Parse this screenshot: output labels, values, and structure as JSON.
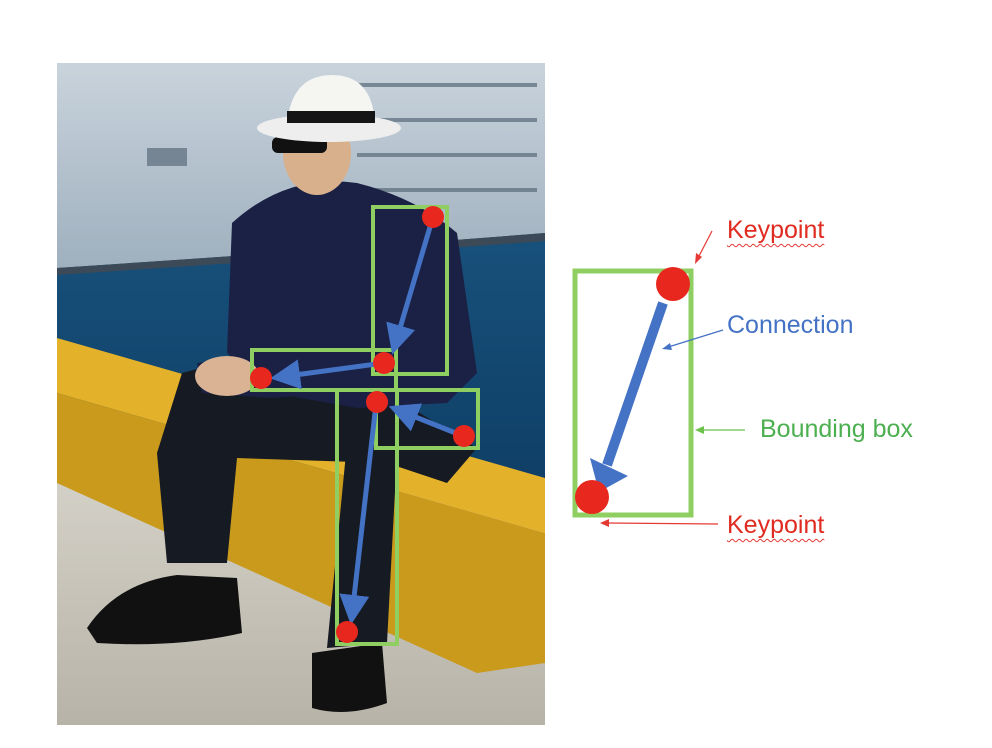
{
  "colors": {
    "keypoint": "#e8281e",
    "connection": "#4472c4",
    "bbox": "#8fcf62",
    "label_keypoint": "#e02b20",
    "label_connection": "#4472c4",
    "label_bbox": "#4caf50"
  },
  "legend": {
    "keypoint_top": "Keypoint",
    "connection": "Connection",
    "bounding_box": "Bounding box",
    "keypoint_bottom": "Keypoint"
  },
  "photo": {
    "subject": "man in white fedora sitting on yellow curb by cruise ship",
    "boxes": 4,
    "keypoints": 6
  }
}
